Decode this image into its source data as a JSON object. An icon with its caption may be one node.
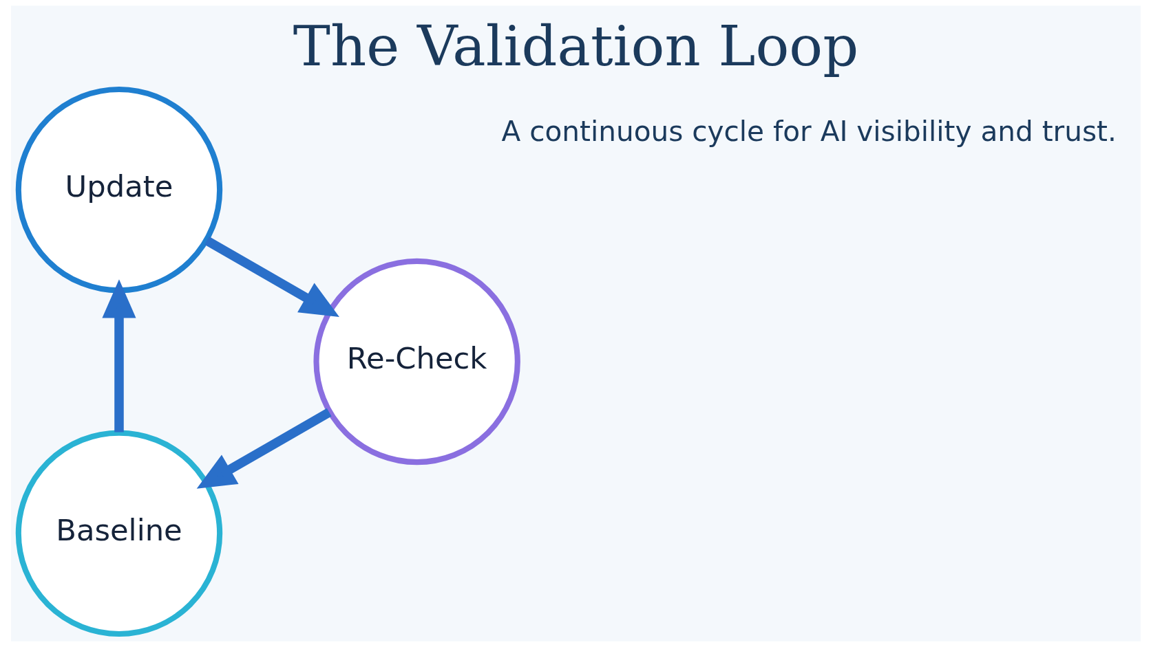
{
  "diagram": {
    "title": "The Validation Loop",
    "nodes": [
      {
        "text": [
          "Baseline"
        ]
      },
      {
        "text": [
          "Update"
        ]
      },
      {
        "text": [
          "Re-Check"
        ]
      }
    ],
    "edges": [
      {
        "from": 0,
        "to": 1,
        "arrow": "to"
      },
      {
        "from": 1,
        "to": 2,
        "arrow": "to"
      },
      {
        "from": 2,
        "to": 0,
        "arrow": "to"
      }
    ],
    "labels": [
      "A continuous cycle for AI visibility and trust."
    ]
  }
}
